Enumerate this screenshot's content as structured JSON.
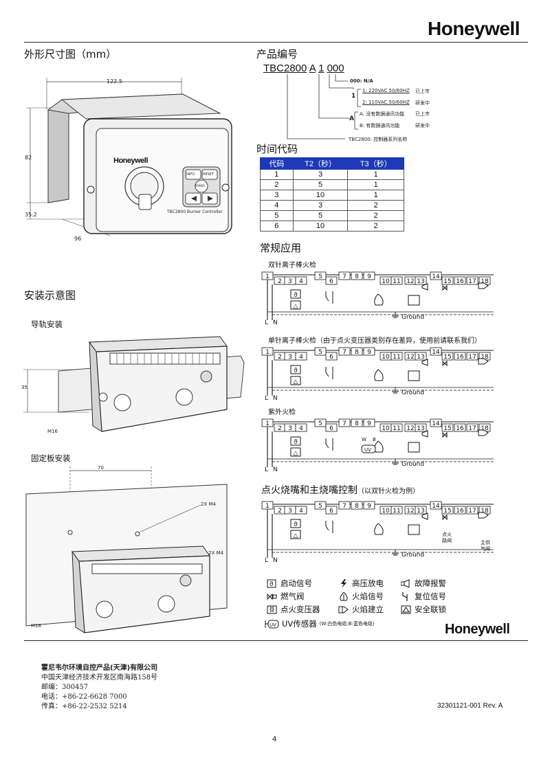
{
  "brand": "Honeywell",
  "sections": {
    "dimensions": "外形尺寸图（mm）",
    "product_code": "产品编号",
    "time_code": "时间代码",
    "typical_apps": "常规应用",
    "install": "安装示意图",
    "din_rail": "导轨安装",
    "plate": "固定板安装"
  },
  "dimensions": {
    "width": "122.5",
    "height": "82",
    "depth_a": "35.2",
    "depth_b": "96",
    "rail_h": "35",
    "m16": "M16",
    "plate_w": "70",
    "screw1": "2X M4",
    "screw2": "2X M4",
    "m16b": "M16"
  },
  "device": {
    "logo": "Honeywell",
    "model": "TBC2800 Burner Controller",
    "btn_info": "INFO",
    "btn_reset": "RESET",
    "btn_power": "POWER"
  },
  "code_breakdown": {
    "code_parts": [
      "TBC2800",
      "A",
      "1",
      "000"
    ],
    "line_000": "000: N/A",
    "opt_1_a": "1: 220VAC 50/60HZ",
    "opt_1_a_status": "已上市",
    "opt_1_b": "2: 110VAC 50/60HZ",
    "opt_1_b_status": "研发中",
    "opt_a_a": "A: 没有数据通讯功能",
    "opt_a_a_status": "已上市",
    "opt_a_b": "B: 有数据通讯功能",
    "opt_a_b_status": "研发中",
    "label_1": "1",
    "label_a": "A",
    "series": "TBC2800: 控制器系列名称"
  },
  "time_table": {
    "headers": [
      "代码",
      "T2（秒）",
      "T3（秒）"
    ],
    "rows": [
      [
        "1",
        "3",
        "1"
      ],
      [
        "2",
        "5",
        "1"
      ],
      [
        "3",
        "10",
        "1"
      ],
      [
        "4",
        "3",
        "2"
      ],
      [
        "5",
        "5",
        "2"
      ],
      [
        "6",
        "10",
        "2"
      ]
    ]
  },
  "wiring": {
    "d1_title": "双针离子棒火检",
    "d2_title": "单针离子棒火检（由于点火变压器类别存在差异，使用前请联系我们）",
    "d3_title": "紫外火检",
    "d4_title": "点火烧嘴和主烧嘴控制",
    "d4_note": "（以双针火检为例）",
    "terminals": [
      "1",
      "2",
      "3",
      "4",
      "5",
      "6",
      "7",
      "8",
      "9",
      "10",
      "11",
      "12",
      "13",
      "14",
      "15",
      "16",
      "17",
      "18"
    ],
    "ground": "Ground",
    "l": "L",
    "n": "N",
    "uv_w": "W",
    "uv_b": "B",
    "uv": "UV",
    "pilot_valve": "点火\n路阀",
    "main_valve": "主供\n气阀"
  },
  "legend": {
    "start": "启动信号",
    "hv": "高压放电",
    "alarm": "故障报警",
    "gas_valve": "燃气阀",
    "flame_sig": "火焰信号",
    "reset_sig": "复位信号",
    "transformer": "点火变压器",
    "flame_est": "火焰建立",
    "safety": "安全联锁",
    "uv_sensor": "UV传感器",
    "uv_note": "(W:白色电缆;B:蓝色电缆)"
  },
  "footer": {
    "company": "霍尼韦尔环境自控产品(天津)有限公司",
    "address": "中国天津经济技术开发区南海路158号",
    "zip": "邮编：300457",
    "tel": "电话：+86-22-6628 7000",
    "fax": "传真：+86-22-2532 5214",
    "doc_no": "32301121-001 Rev. A",
    "page": "4"
  }
}
